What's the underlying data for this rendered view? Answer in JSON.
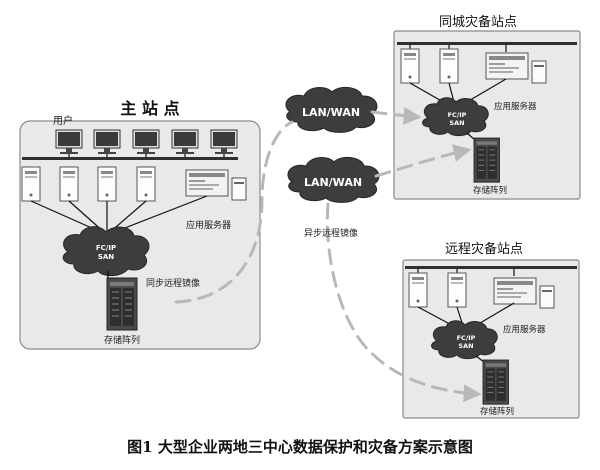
{
  "diagram": {
    "main_site_title": "主 站 点",
    "same_city_title": "同城灾备站点",
    "remote_title": "远程灾备站点",
    "users_label": "用户",
    "app_server_label": "应用服务器",
    "san_label_1": "FC/IP",
    "san_label_2": "SAN",
    "storage_label": "存储阵列",
    "sync_mirror_label": "同步远程镜像",
    "async_mirror_label": "异步远程镜像",
    "wan_label": "LAN/WAN",
    "caption": "图1   大型企业两地三中心数据保护和灾备方案示意图"
  },
  "colors": {
    "panel_fill": "#e9e9e9",
    "cloud_fill": "#3d3d3d",
    "dashed_link": "#b8b8b8"
  }
}
